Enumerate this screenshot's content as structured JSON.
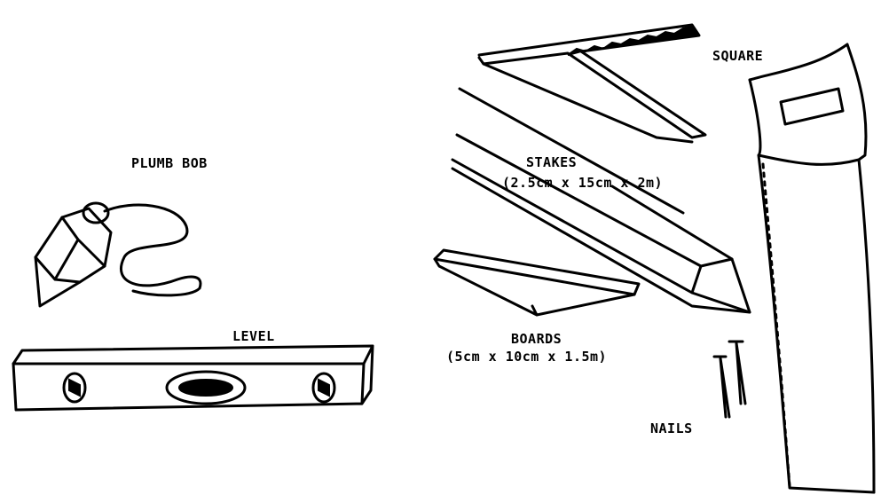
{
  "labels": {
    "plumb_bob": "PLUMB BOB",
    "level": "LEVEL",
    "square": "SQUARE",
    "stakes": "STAKES",
    "stakes_dims": "(2.5cm x 15cm x 2m)",
    "boards": "BOARDS",
    "boards_dims": "(5cm x 10cm x 1.5m)",
    "nails": "NAILS"
  }
}
